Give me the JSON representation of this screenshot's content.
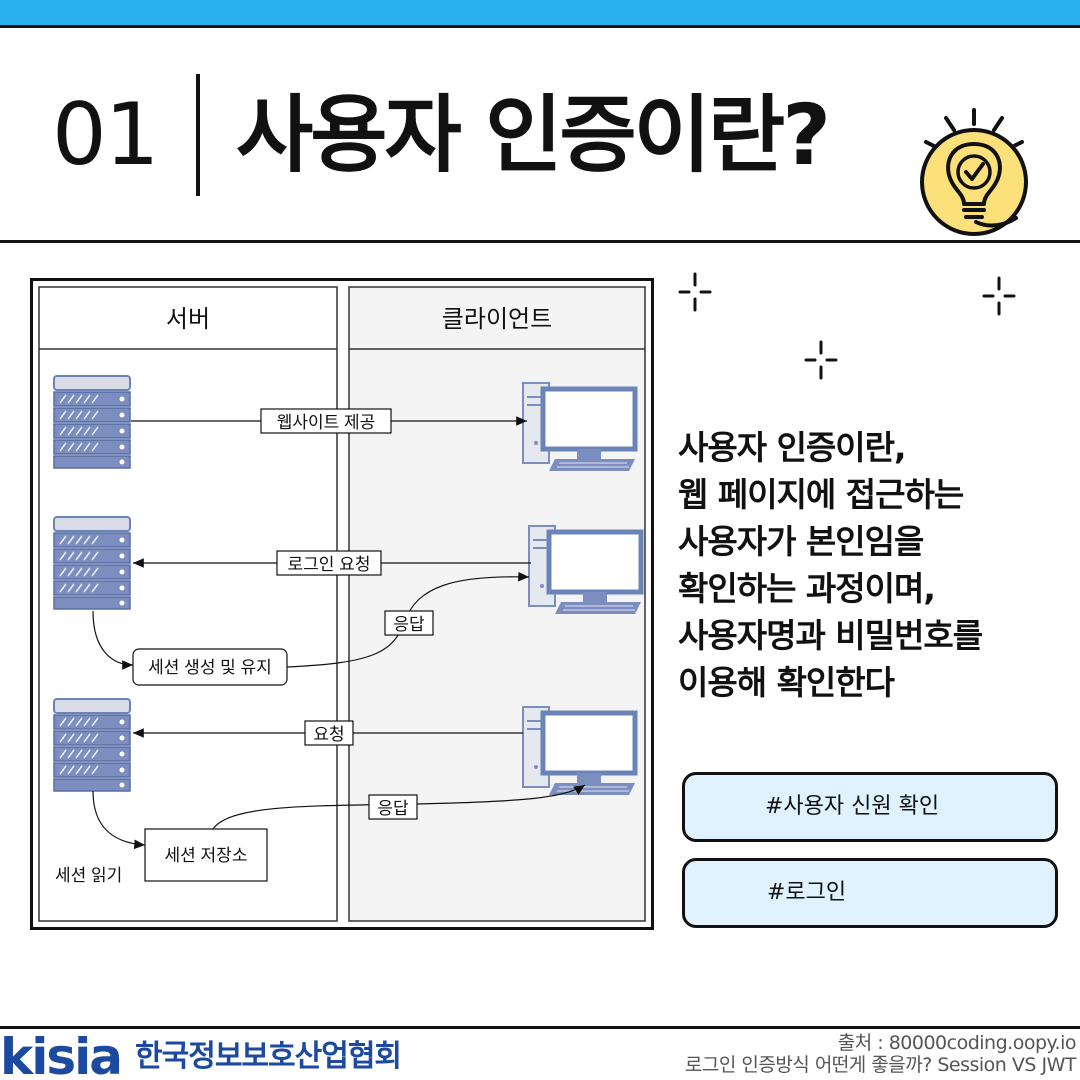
{
  "header": {
    "number": "01",
    "title": "사용자 인증이란?",
    "icon": "lightbulb-check-icon",
    "bulb_color": "#fce17a"
  },
  "diagram": {
    "columns": {
      "server": "서버",
      "client": "클라이언트"
    },
    "arrows": {
      "provide_website": "웹사이트 제공",
      "login_request": "로그인 요청",
      "response_1": "응답",
      "request": "요청",
      "response_2": "응답"
    },
    "boxes": {
      "session_create": "세션 생성 및 유지",
      "session_store": "세션 저장소"
    },
    "notes": {
      "session_read": "세션 읽기"
    },
    "icons": [
      "server-rack-icon",
      "desktop-computer-icon"
    ]
  },
  "description": {
    "lines": [
      "사용자 인증이란,",
      "웹 페이지에 접근하는",
      "사용자가 본인임을",
      "확인하는 과정이며,",
      "사용자명과 비밀번호를",
      "이용해 확인한다"
    ]
  },
  "tags": [
    "#사용자 신원 확인",
    "#로그인"
  ],
  "footer": {
    "logo_word": "kisia",
    "org_name": "한국정보보호산업협회",
    "source_line1": "출처 : 80000coding.oopy.io",
    "source_line2": "로그인 인증방식 어떤게 좋을까? Session VS JWT"
  },
  "colors": {
    "top_bar": "#29b0f0",
    "tag_bg": "#dff2fd",
    "logo": "#1c4aa0",
    "device": "#6b84b8"
  }
}
